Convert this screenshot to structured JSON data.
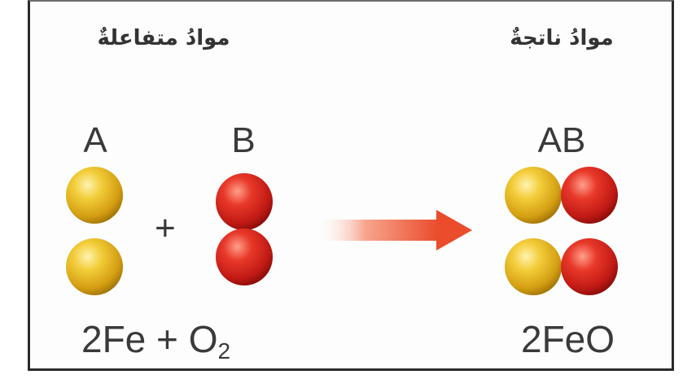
{
  "reactants_label": "موادُ متفاعلةٌ",
  "products_label": "موادُ ناتجةٌ",
  "reactant_a_label": "A",
  "reactant_b_label": "B",
  "product_label": "AB",
  "plus_label": "+",
  "reactant_equation": {
    "fe_part": "2Fe",
    "plus": "+",
    "o_part": "O",
    "o_subscript": "2"
  },
  "product_equation": "2FeO",
  "colors": {
    "iron_atom": "#e2b41f",
    "oxygen_atom": "#d8231e",
    "arrow": "#ea4c2c",
    "border": "#2a2a2a"
  }
}
